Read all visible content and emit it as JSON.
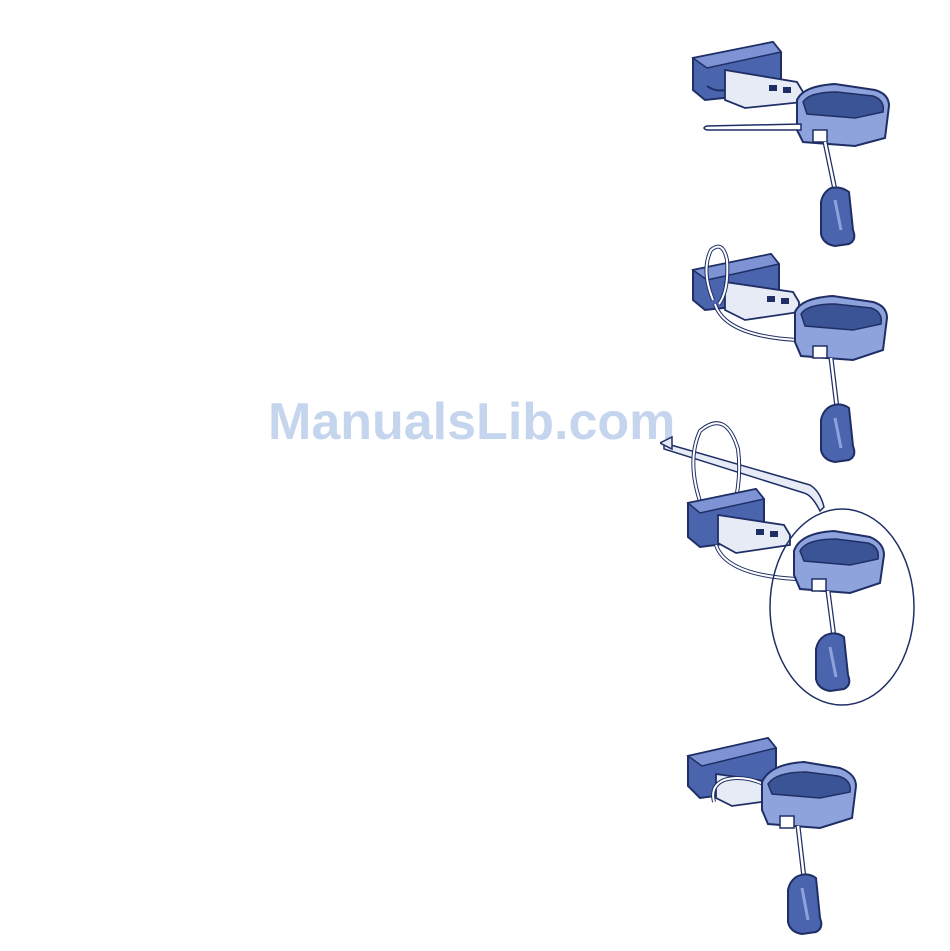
{
  "watermark": {
    "text": "ManualsLib.com"
  },
  "illustration": {
    "steps": [
      "step-1",
      "step-2",
      "step-3",
      "step-4"
    ],
    "colors": {
      "device_dark": "#3b5496",
      "device_mid": "#5a74bd",
      "device_light": "#8ea3db",
      "outline": "#1f2f66",
      "connector_metal": "#e6ebf5",
      "connector_shade": "#b9c4de",
      "lanyard": "#ffffff"
    },
    "icons": [
      "usb-drive-icon",
      "usb-cap-icon",
      "lanyard-clip-icon",
      "threading-needle-icon"
    ]
  }
}
